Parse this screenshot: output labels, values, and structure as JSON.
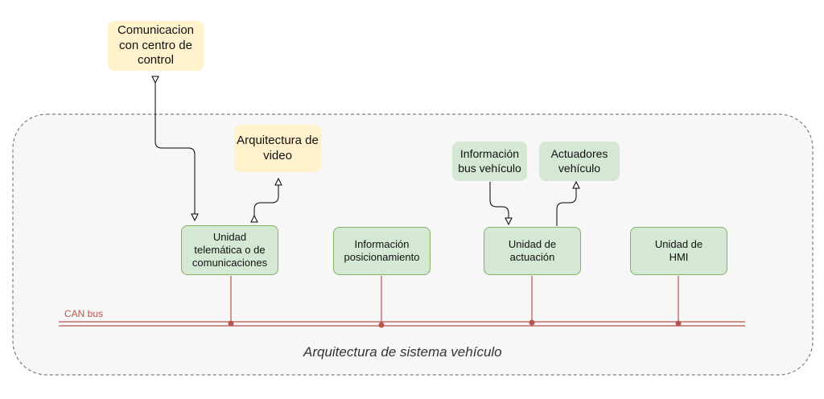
{
  "diagram": {
    "boundary_label": "Arquitectura de sistema vehículo",
    "bus_label": "CAN bus",
    "nodes": {
      "comunicacion": "Comunicacion\ncon centro de\ncontrol",
      "video": "Arquitectura de\nvideo",
      "info_bus": "Información\nbus vehículo",
      "actuadores": "Actuadores\nvehículo",
      "telematica": "Unidad\ntelemática o de\ncomunicaciones",
      "posicionamiento": "Información\nposicionamiento",
      "actuacion": "Unidad de\nactuación",
      "hmi": "Unidad de\nHMI"
    },
    "colors": {
      "external_fill": "#fff2cc",
      "module_fill": "#d5e8d4",
      "module_stroke": "#82b366",
      "bus_color": "#b85450",
      "boundary_stroke": "#666666",
      "connector_color": "#000000"
    }
  }
}
